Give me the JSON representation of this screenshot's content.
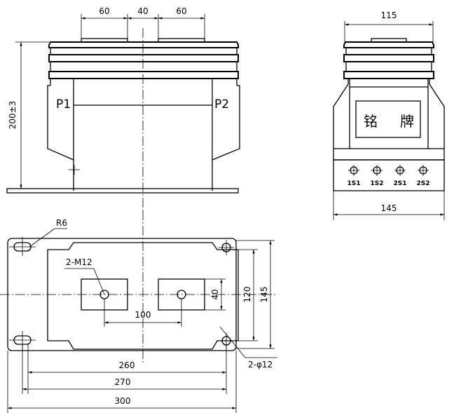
{
  "front_view": {
    "dims_top": [
      "60",
      "40",
      "60"
    ],
    "height_dim": "200±3",
    "terminal_left": "P1",
    "terminal_right": "P2"
  },
  "side_view": {
    "width_top": "115",
    "width_bottom": "145",
    "nameplate_chars": [
      "铭",
      "牌"
    ],
    "terminals": [
      "1S1",
      "1S2",
      "2S1",
      "2S2"
    ]
  },
  "plan_view": {
    "radius_label": "R6",
    "thread_label": "2-M12",
    "hole_label": "2-φ12",
    "dim_100": "100",
    "dim_40": "40",
    "dim_120": "120",
    "dim_145": "145",
    "dim_260": "260",
    "dim_270": "270",
    "dim_300": "300"
  }
}
